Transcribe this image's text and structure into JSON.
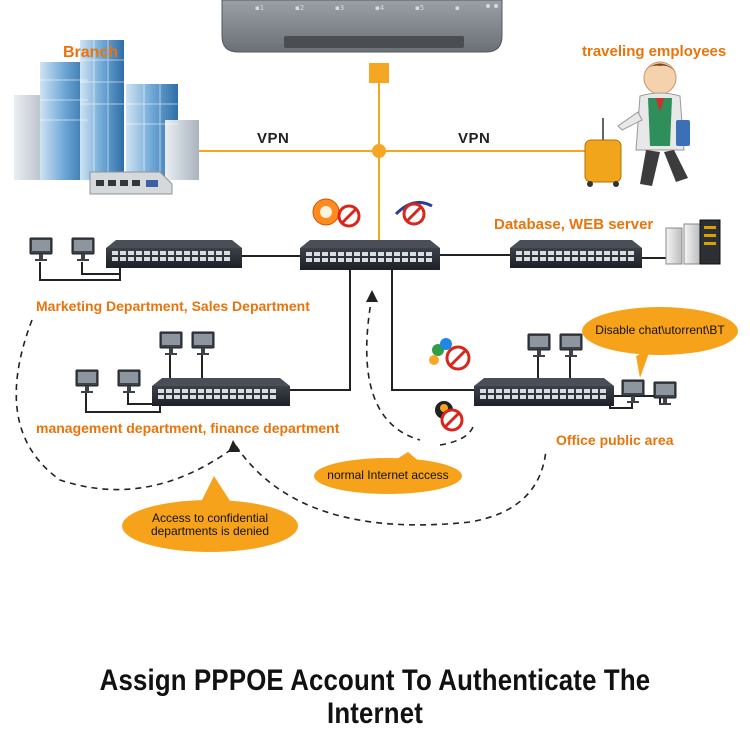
{
  "labels": {
    "branch": "Branch",
    "traveling": "traveling employees",
    "vpn_left": "VPN",
    "vpn_right": "VPN",
    "database": "Database, WEB server",
    "marketing": "Marketing Department, Sales Department",
    "management": "management department, finance department",
    "office": "Office public area"
  },
  "bubbles": {
    "disable_chat": "Disable chat\\utorrent\\BT",
    "normal_access": "normal Internet access",
    "denied_line1": "Access to confidential",
    "denied_line2": "departments is denied"
  },
  "footer": "Assign PPPOE Account To Authenticate The Internet",
  "colors": {
    "accent_orange": "#f5a623",
    "label_orange": "#e8740c",
    "bubble_fill": "#f7a21b",
    "block_red": "#d9261c",
    "cable": "#222222",
    "switch_body": "#2b2f36"
  },
  "icons": [
    "gateway-router-icon",
    "branch-building-icon",
    "mini-pc-icon",
    "traveling-person-icon",
    "core-switch-icon",
    "blocked-browser-icon",
    "blocked-network-icon",
    "blocked-chat-icon",
    "blocked-bt-icon",
    "server-icon",
    "monitor-icon"
  ]
}
